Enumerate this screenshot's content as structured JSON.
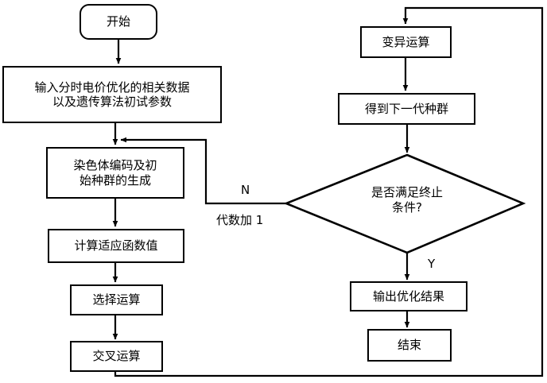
{
  "diagram": {
    "type": "flowchart",
    "title": "",
    "language": "zh-CN",
    "background_color": "#ffffff",
    "line_color": "#000000",
    "text_color": "#000000",
    "nodes": {
      "start": {
        "label": "开始",
        "shape": "terminator"
      },
      "input": {
        "label": "输入分时电价优化的相关数据\n以及遗传算法初试参数",
        "shape": "process"
      },
      "encode": {
        "label": "染色体编码及初\n始种群的生成",
        "shape": "process"
      },
      "fitness": {
        "label": "计算适应函数值",
        "shape": "process"
      },
      "selection": {
        "label": "选择运算",
        "shape": "process"
      },
      "crossover": {
        "label": "交叉运算",
        "shape": "process"
      },
      "mutation": {
        "label": "变异运算",
        "shape": "process"
      },
      "next_gen": {
        "label": "得到下一代种群",
        "shape": "process"
      },
      "decision": {
        "label": "是否满足终止\n条件?",
        "shape": "decision"
      },
      "output": {
        "label": "输出优化结果",
        "shape": "process"
      },
      "end": {
        "label": "结束",
        "shape": "process"
      }
    },
    "edge_labels": {
      "no_branch": "N",
      "generation_increment": "代数加 1",
      "yes_branch": "Y"
    }
  }
}
